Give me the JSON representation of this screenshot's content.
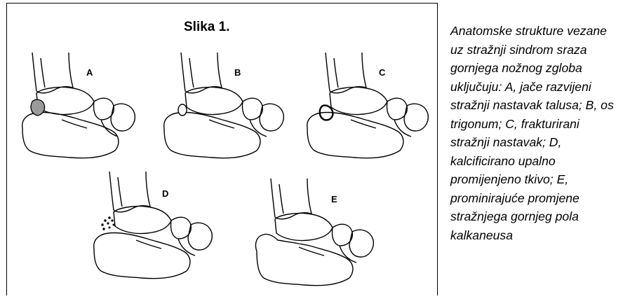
{
  "figure": {
    "title": "Slika 1.",
    "caption": "Anatomske strukture vezane uz stražnji sindrom sraza gornjega nožnog zgloba uključuju: A, jače razvijeni stražnji nastavak talusa; B, os trigonum; C, frakturirani stražnji nastavak; D, kalcificirano upalno promijenjeno tkivo; E, prominirajuće promjene stražnjega gornjeg pola kalkaneusa"
  },
  "panels": [
    {
      "label": "A",
      "variant": "enlarged-posterior-process"
    },
    {
      "label": "B",
      "variant": "os-trigonum"
    },
    {
      "label": "C",
      "variant": "fractured-posterior-process"
    },
    {
      "label": "D",
      "variant": "calcified-soft-tissue"
    },
    {
      "label": "E",
      "variant": "calcaneal-prominence"
    }
  ],
  "colors": {
    "ink": "#000000",
    "paper": "#ffffff",
    "shade": "#9a9a9a"
  }
}
